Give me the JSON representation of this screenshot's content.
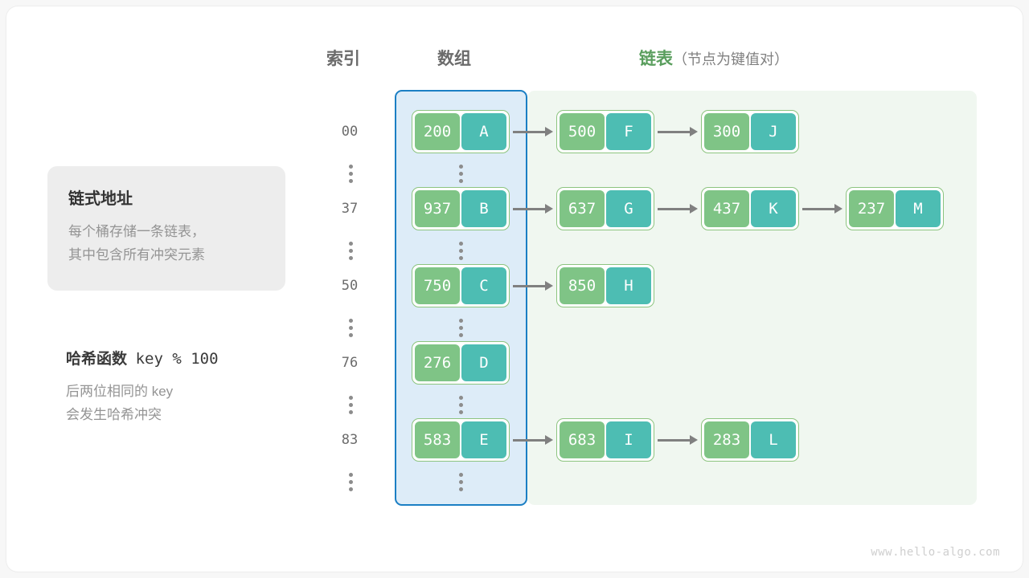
{
  "headings": {
    "index": "索引",
    "array": "数组",
    "list": "链表",
    "list_sub": "（节点为键值对）"
  },
  "info_card": {
    "title": "链式地址",
    "line1": "每个桶存储一条链表，",
    "line2": "其中包含所有冲突元素"
  },
  "hash_note": {
    "title_label": "哈希函数",
    "title_formula": "key % 100",
    "line1": "后两位相同的 key",
    "line2": "会发生哈希冲突"
  },
  "watermark": "www.hello-algo.com",
  "colors": {
    "array_fill": "#ddecf8",
    "array_border": "#1b7fc4",
    "chain_fill": "#f0f7f0",
    "node_border": "#8cc47f",
    "key_fill": "#7fc486",
    "value_fill": "#4dbdb3",
    "arrow": "#808080",
    "accent_green": "#5a9e5e"
  },
  "buckets": [
    {
      "index": "00",
      "bucket": {
        "key": "200",
        "value": "A"
      },
      "chain": [
        {
          "key": "500",
          "value": "F"
        },
        {
          "key": "300",
          "value": "J"
        }
      ]
    },
    {
      "index": "37",
      "bucket": {
        "key": "937",
        "value": "B"
      },
      "chain": [
        {
          "key": "637",
          "value": "G"
        },
        {
          "key": "437",
          "value": "K"
        },
        {
          "key": "237",
          "value": "M"
        }
      ]
    },
    {
      "index": "50",
      "bucket": {
        "key": "750",
        "value": "C"
      },
      "chain": [
        {
          "key": "850",
          "value": "H"
        }
      ]
    },
    {
      "index": "76",
      "bucket": {
        "key": "276",
        "value": "D"
      },
      "chain": []
    },
    {
      "index": "83",
      "bucket": {
        "key": "583",
        "value": "E"
      },
      "chain": [
        {
          "key": "683",
          "value": "I"
        },
        {
          "key": "283",
          "value": "L"
        }
      ]
    }
  ]
}
